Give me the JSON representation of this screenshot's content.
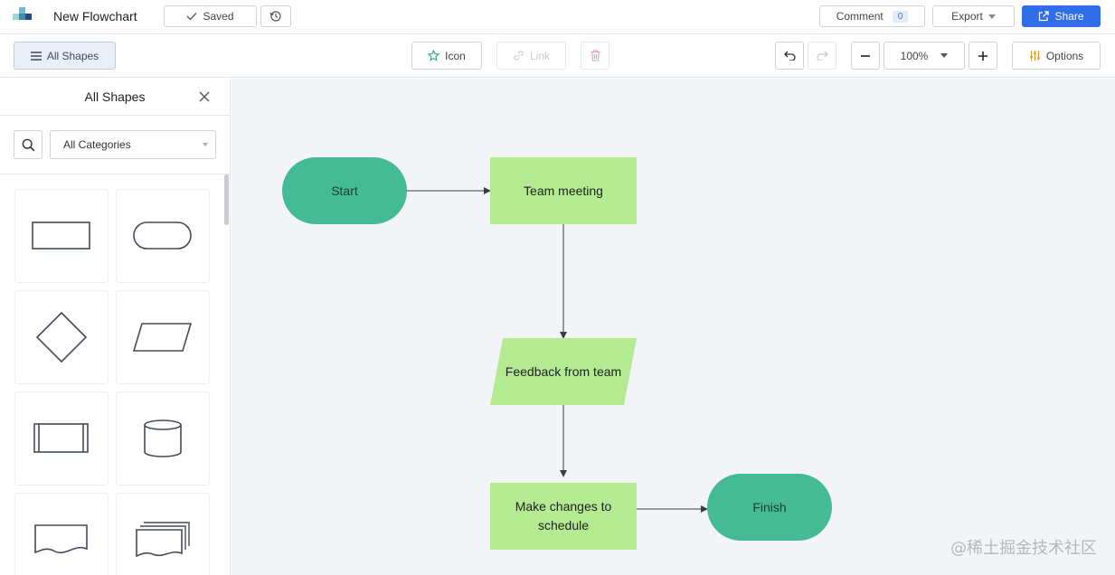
{
  "app": {
    "logo": "app-logo",
    "title": "New Flowchart"
  },
  "topbar": {
    "saved_label": "Saved",
    "comment_label": "Comment",
    "comment_count": "0",
    "export_label": "Export",
    "share_label": "Share",
    "share_color": "#2f6ee8"
  },
  "toolbar": {
    "all_shapes_label": "All Shapes",
    "icon_label": "Icon",
    "link_label": "Link",
    "zoom_level": "100%",
    "options_label": "Options"
  },
  "sidebar": {
    "title": "All Shapes",
    "category_selected": "All Categories",
    "shapes": [
      "rectangle",
      "terminator",
      "decision",
      "data",
      "predefined-process",
      "database",
      "document",
      "multiple-documents"
    ]
  },
  "flowchart": {
    "nodes": [
      {
        "id": "start",
        "shape": "terminator",
        "label": "Start",
        "color": "#45bb93"
      },
      {
        "id": "team-meeting",
        "shape": "process",
        "label": "Team meeting",
        "color": "#b4ea92"
      },
      {
        "id": "feedback",
        "shape": "data",
        "label": "Feedback from team",
        "color": "#b4ea92"
      },
      {
        "id": "changes",
        "shape": "process",
        "label": "Make changes to schedule",
        "color": "#b4ea92"
      },
      {
        "id": "finish",
        "shape": "terminator",
        "label": "Finish",
        "color": "#45bb93"
      }
    ],
    "edges": [
      {
        "from": "start",
        "to": "team-meeting"
      },
      {
        "from": "team-meeting",
        "to": "feedback"
      },
      {
        "from": "feedback",
        "to": "changes"
      },
      {
        "from": "changes",
        "to": "finish"
      }
    ]
  },
  "watermark": "@稀土掘金技术社区"
}
